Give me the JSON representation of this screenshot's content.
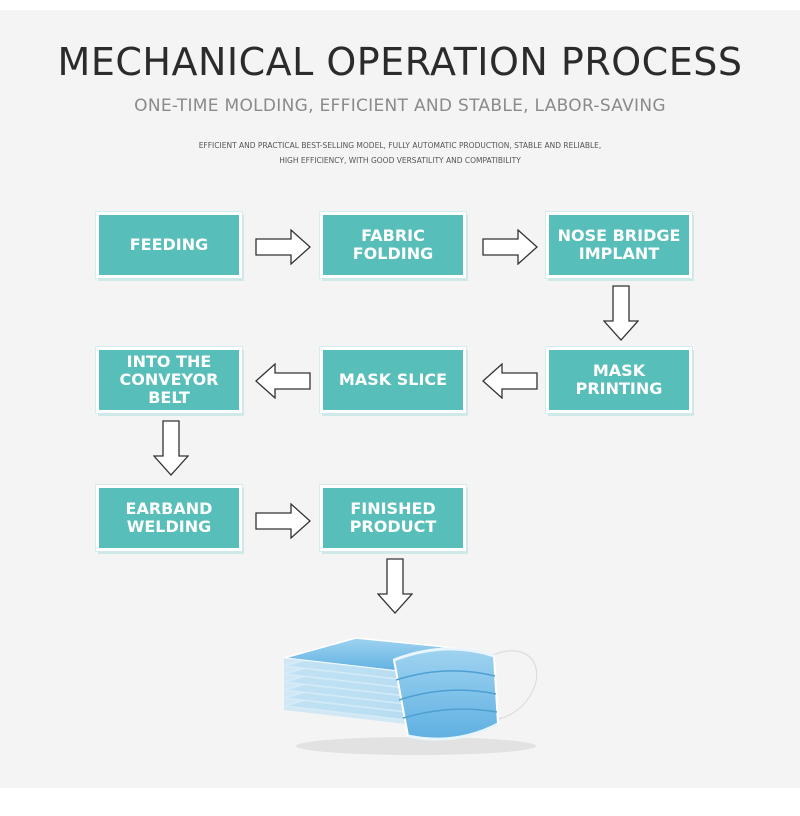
{
  "header": {
    "title": "MECHANICAL OPERATION PROCESS",
    "subtitle": "ONE-TIME MOLDING, EFFICIENT AND STABLE, LABOR-SAVING",
    "description_line1": "EFFICIENT AND PRACTICAL BEST-SELLING MODEL, FULLY AUTOMATIC PRODUCTION, STABLE AND RELIABLE,",
    "description_line2": "HIGH EFFICIENCY, WITH GOOD VERSATILITY AND COMPATIBILITY"
  },
  "steps": {
    "feeding": "FEEDING",
    "fabric_folding": "FABRIC\nFOLDING",
    "nose_bridge_implant": "NOSE BRIDGE\nIMPLANT",
    "mask_printing": "MASK\nPRINTING",
    "mask_slice": "MASK SLICE",
    "into_conveyor_belt": "INTO THE\nCONVEYOR\nBELT",
    "earband_welding": "EARBAND\nWELDING",
    "finished_product": "FINISHED\nPRODUCT"
  },
  "colors": {
    "box_fill": "#57beba",
    "title": "#2b2b2b",
    "subtitle": "#8a8a8a"
  },
  "icons": {
    "flow_arrow": "hollow-block-arrow-icon",
    "product": "surgical-mask-stack-icon"
  }
}
